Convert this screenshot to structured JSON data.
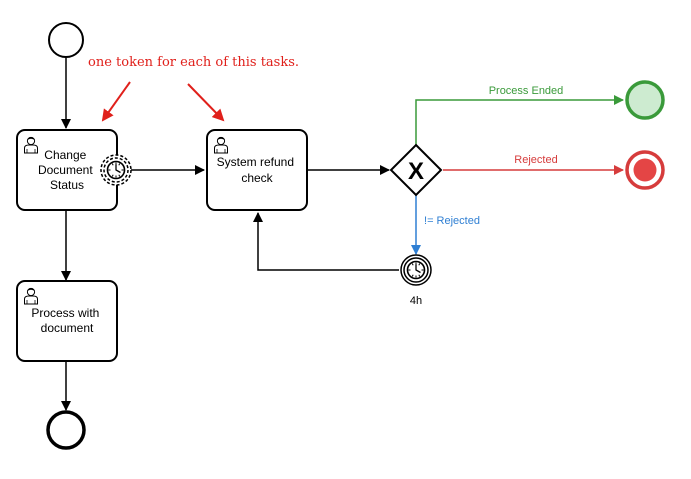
{
  "annotation": {
    "text": "one token for each of this tasks."
  },
  "tasks": [
    {
      "id": "change",
      "lines": [
        "Change",
        "Document",
        "Status"
      ]
    },
    {
      "id": "refund",
      "lines": [
        "System refund",
        "check"
      ]
    },
    {
      "id": "process",
      "lines": [
        "Process with",
        "document"
      ]
    }
  ],
  "flows": {
    "process_ended": {
      "label": "Process Ended",
      "color": "#3a9a3a"
    },
    "rejected": {
      "label": "Rejected",
      "color": "#d63c3c"
    },
    "not_rejected": {
      "label": "!= Rejected",
      "color": "#2f7fd3"
    }
  },
  "timer": {
    "label": "4h"
  },
  "gateway": {
    "symbol": "X"
  },
  "colors": {
    "end_ok_fill": "#cdebd0",
    "end_ok_stroke": "#3a9a3a",
    "end_err_fill": "#e44545",
    "end_err_stroke": "#d63c3c",
    "arrow_annot": "#e0201b"
  }
}
